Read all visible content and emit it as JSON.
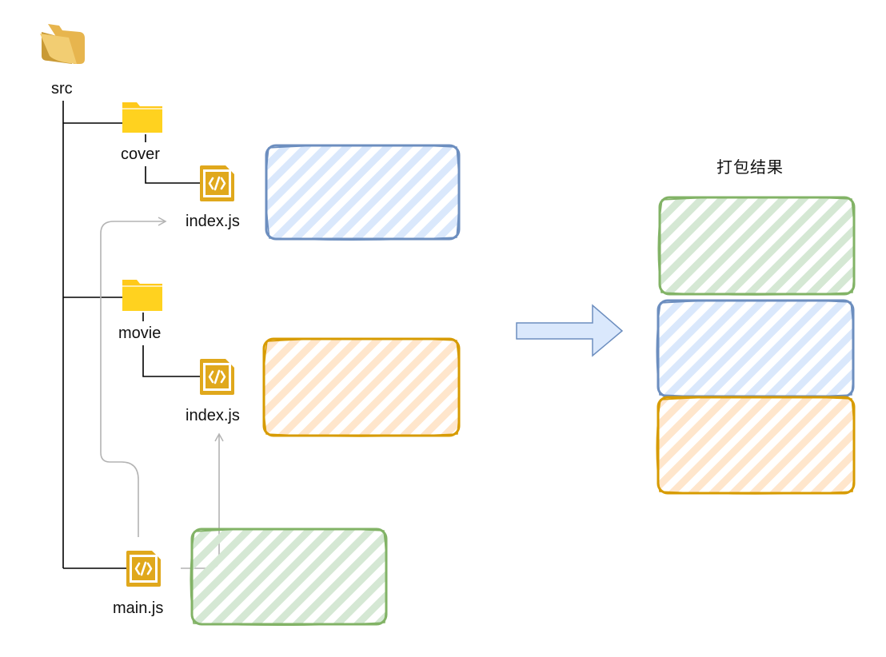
{
  "tree": {
    "root": {
      "label": "src"
    },
    "cover_folder": {
      "label": "cover"
    },
    "cover_index": {
      "label": "index.js"
    },
    "movie_folder": {
      "label": "movie"
    },
    "movie_index": {
      "label": "index.js"
    },
    "main_file": {
      "label": "main.js"
    }
  },
  "result": {
    "title": "打包结果"
  },
  "colors": {
    "blue_stroke": "#6c8ebf",
    "blue_fill": "#dae8fc",
    "orange_stroke": "#d79b00",
    "orange_fill": "#ffe6cc",
    "green_stroke": "#82b366",
    "green_fill": "#d5e8d4",
    "arrow_fill": "#dae8fc",
    "arrow_stroke": "#6c8ebf",
    "folder_yellow": "#ffc91a",
    "file_badge": "#e0a81c",
    "tree_line": "#000000",
    "dependency_line": "#b3b3b3"
  },
  "icons": {
    "root": "open-folder-icon",
    "folder": "folder-icon",
    "file": "js-file-icon"
  }
}
